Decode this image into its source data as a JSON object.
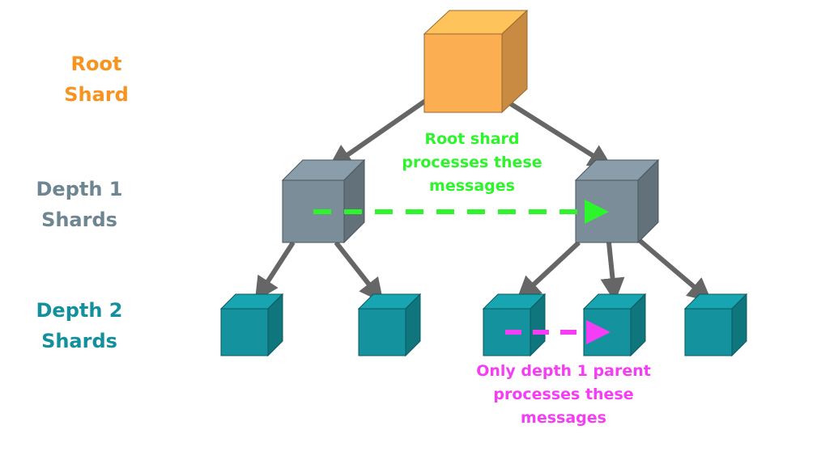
{
  "levels": {
    "root": {
      "lines": [
        "Root",
        "Shard"
      ],
      "color": "#F7931E"
    },
    "depth1": {
      "lines": [
        "Depth 1",
        "Shards"
      ],
      "color": "#6E8592"
    },
    "depth2": {
      "lines": [
        "Depth 2",
        "Shards"
      ],
      "color": "#13909E"
    }
  },
  "annotations": {
    "root_shard": {
      "lines": [
        "Root shard",
        "processes these",
        "messages"
      ],
      "color": "#2CF52C"
    },
    "depth1_parent": {
      "lines": [
        "Only depth 1 parent",
        "processes these",
        "messages"
      ],
      "color": "#F53DF5"
    }
  },
  "colors": {
    "root_cube": "#FBAE52",
    "depth1_cube": "#7A8D98",
    "depth2_cube": "#14939E",
    "edge": "#666666"
  }
}
